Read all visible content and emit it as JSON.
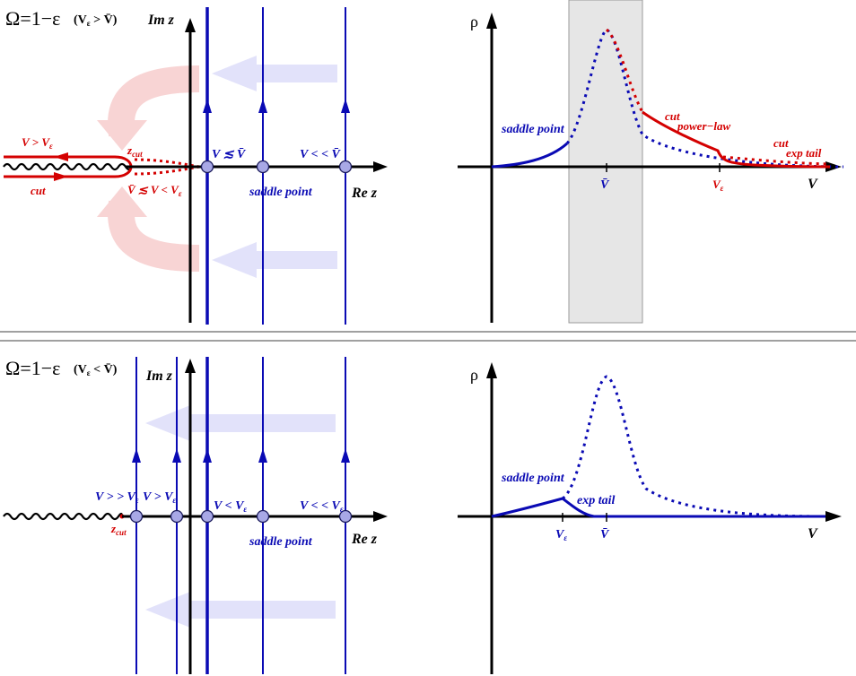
{
  "colors": {
    "blue": "#0a0ab4",
    "red": "#d40000",
    "black": "#000000",
    "pink_arrow": "#f8d4d4",
    "lavender_arrow": "#e2e2fa",
    "gray_band": "#e6e6e6",
    "node_fill": "#a8a8e6"
  },
  "top": {
    "heading_main": "Ω=1−ε",
    "heading_cond": "(V",
    "heading_cond_sub": "ε",
    "heading_cond_rest": " > V̄)",
    "im_label": "Im z",
    "re_label": "Re z",
    "v_gt_veps": "V > V",
    "v_gt_veps_sub": "ε",
    "z_cut": "z",
    "z_cut_sub": "cut",
    "cut": "cut",
    "vbar_range": "V̄ ≲ V < V",
    "vbar_range_sub": "ε",
    "v_lesssim_vbar": "V ≲ V̄",
    "v_ll_vbar": "V < < V̄",
    "saddle_point": "saddle point",
    "rho": "ρ",
    "rho_saddle_point": "saddle point",
    "rho_cut_power_1": "cut",
    "rho_cut_power_2": "power−law",
    "rho_cut_exp_1": "cut",
    "rho_cut_exp_2": "exp tail",
    "tick_vbar": "V̄",
    "tick_veps": "V",
    "tick_veps_sub": "ε",
    "v_axis": "V"
  },
  "bottom": {
    "heading_main": "Ω=1−ε",
    "heading_cond": "(V",
    "heading_cond_sub": "ε",
    "heading_cond_rest": " < V̄)",
    "im_label": "Im z",
    "re_label": "Re z",
    "v_gg_veps": "V > > V",
    "v_gg_veps_sub": "ε",
    "v_gt_veps": "V > V",
    "v_gt_veps_sub": "ε",
    "v_lt_veps": "V < V",
    "v_lt_veps_sub": "ε",
    "v_ll_veps": "V < < V",
    "v_ll_veps_sub": "ε",
    "z_cut": "z",
    "z_cut_sub": "cut",
    "saddle_point": "saddle point",
    "rho": "ρ",
    "rho_saddle_point": "saddle point",
    "rho_exp_tail": "exp tail",
    "tick_veps": "V",
    "tick_veps_sub": "ε",
    "tick_vbar": "V̄",
    "v_axis": "V"
  }
}
